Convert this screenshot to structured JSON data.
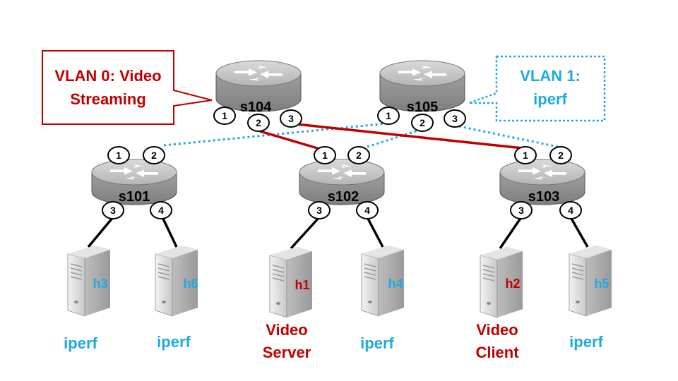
{
  "colors": {
    "vlan0": "#C00000",
    "vlan1": "#1FA9E1",
    "link": "#000000",
    "switch_body": "#A8A8A8",
    "switch_top": "#C8C8C8"
  },
  "callouts": {
    "vlan0": {
      "line1": "VLAN 0: Video",
      "line2": "Streaming"
    },
    "vlan1": {
      "line1": "VLAN 1:",
      "line2": "iperf"
    }
  },
  "switches": {
    "s104": {
      "label": "s104",
      "ports": [
        "1",
        "2",
        "3"
      ]
    },
    "s105": {
      "label": "s105",
      "ports": [
        "1",
        "2",
        "3"
      ]
    },
    "s101": {
      "label": "s101",
      "ports": [
        "1",
        "2",
        "3",
        "4"
      ]
    },
    "s102": {
      "label": "s102",
      "ports": [
        "1",
        "2",
        "3",
        "4"
      ]
    },
    "s103": {
      "label": "s103",
      "ports": [
        "1",
        "2",
        "3",
        "4"
      ]
    }
  },
  "hosts": {
    "h3": {
      "label": "h3",
      "role1": "iperf",
      "role2": ""
    },
    "h6": {
      "label": "h6",
      "role1": "iperf",
      "role2": ""
    },
    "h1": {
      "label": "h1",
      "role1": "Video",
      "role2": "Server"
    },
    "h4": {
      "label": "h4",
      "role1": "iperf",
      "role2": ""
    },
    "h2": {
      "label": "h2",
      "role1": "Video",
      "role2": "Client"
    },
    "h5": {
      "label": "h5",
      "role1": "iperf",
      "role2": ""
    }
  }
}
